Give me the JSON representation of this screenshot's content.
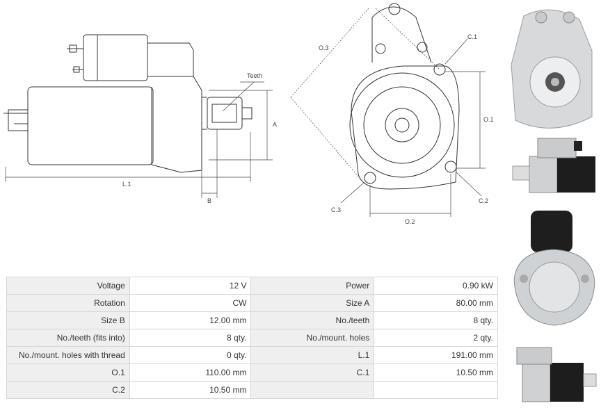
{
  "diagram": {
    "labels": {
      "teeth": "Teeth",
      "a": "A",
      "b": "B",
      "l1": "L.1",
      "o1": "O.1",
      "o2": "O.2",
      "o3": "O.3",
      "c1": "C.1",
      "c2": "C.2",
      "c3": "C.3"
    }
  },
  "specs": {
    "rows": [
      {
        "k1": "Voltage",
        "v1": "12 V",
        "k2": "Power",
        "v2": "0.90 kW"
      },
      {
        "k1": "Rotation",
        "v1": "CW",
        "k2": "Size A",
        "v2": "80.00 mm"
      },
      {
        "k1": "Size B",
        "v1": "12.00 mm",
        "k2": "No./teeth",
        "v2": "8 qty."
      },
      {
        "k1": "No./teeth (fits into)",
        "v1": "8 qty.",
        "k2": "No./mount. holes",
        "v2": "2 qty."
      },
      {
        "k1": "No./mount. holes with thread",
        "v1": "0 qty.",
        "k2": "L.1",
        "v2": "191.00 mm"
      },
      {
        "k1": "O.1",
        "v1": "110.00 mm",
        "k2": "C.1",
        "v2": "10.50 mm"
      },
      {
        "k1": "C.2",
        "v1": "10.50 mm",
        "k2": "",
        "v2": ""
      }
    ]
  }
}
